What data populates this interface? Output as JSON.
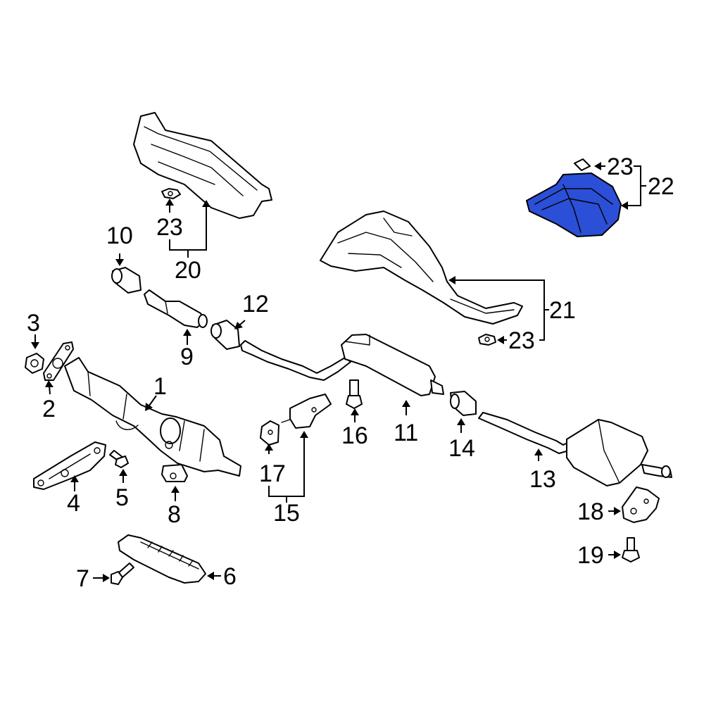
{
  "highlight_color": "#2b4fd6",
  "callouts": {
    "c1": "1",
    "c2": "2",
    "c3": "3",
    "c4": "4",
    "c5": "5",
    "c6": "6",
    "c7": "7",
    "c8": "8",
    "c9": "9",
    "c10": "10",
    "c11": "11",
    "c12": "12",
    "c13": "13",
    "c14": "14",
    "c15": "15",
    "c16": "16",
    "c17": "17",
    "c18": "18",
    "c19": "19",
    "c20": "20",
    "c21": "21",
    "c22": "22",
    "c23a": "23",
    "c23b": "23",
    "c23c": "23"
  }
}
